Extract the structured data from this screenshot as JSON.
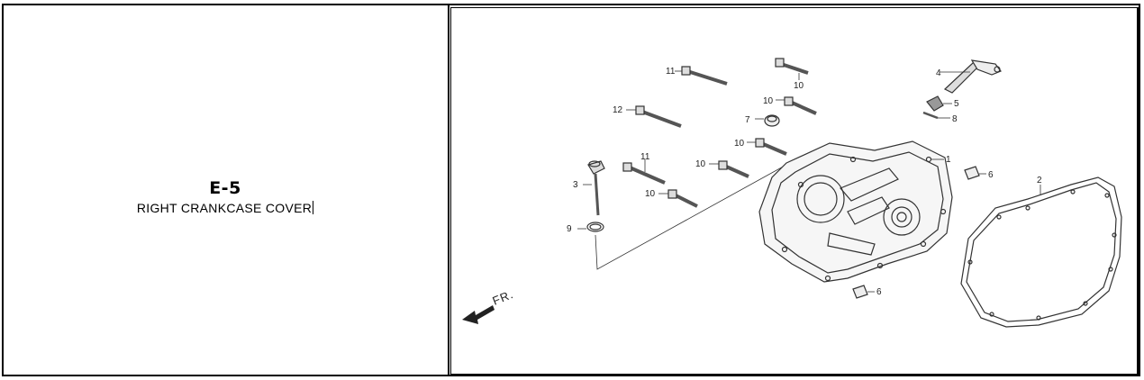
{
  "section": {
    "code": "E-5",
    "title": "RIGHT CRANKCASE COVER"
  },
  "diagram": {
    "direction_label": "FR.",
    "callouts": {
      "c1": "1",
      "c2": "2",
      "c3": "3",
      "c4": "4",
      "c5": "5",
      "c6a": "6",
      "c6b": "6",
      "c7": "7",
      "c8": "8",
      "c9": "9",
      "c10a": "10",
      "c10b": "10",
      "c10c": "10",
      "c10d": "10",
      "c10e": "10",
      "c11a": "11",
      "c11b": "11",
      "c12": "12"
    }
  }
}
